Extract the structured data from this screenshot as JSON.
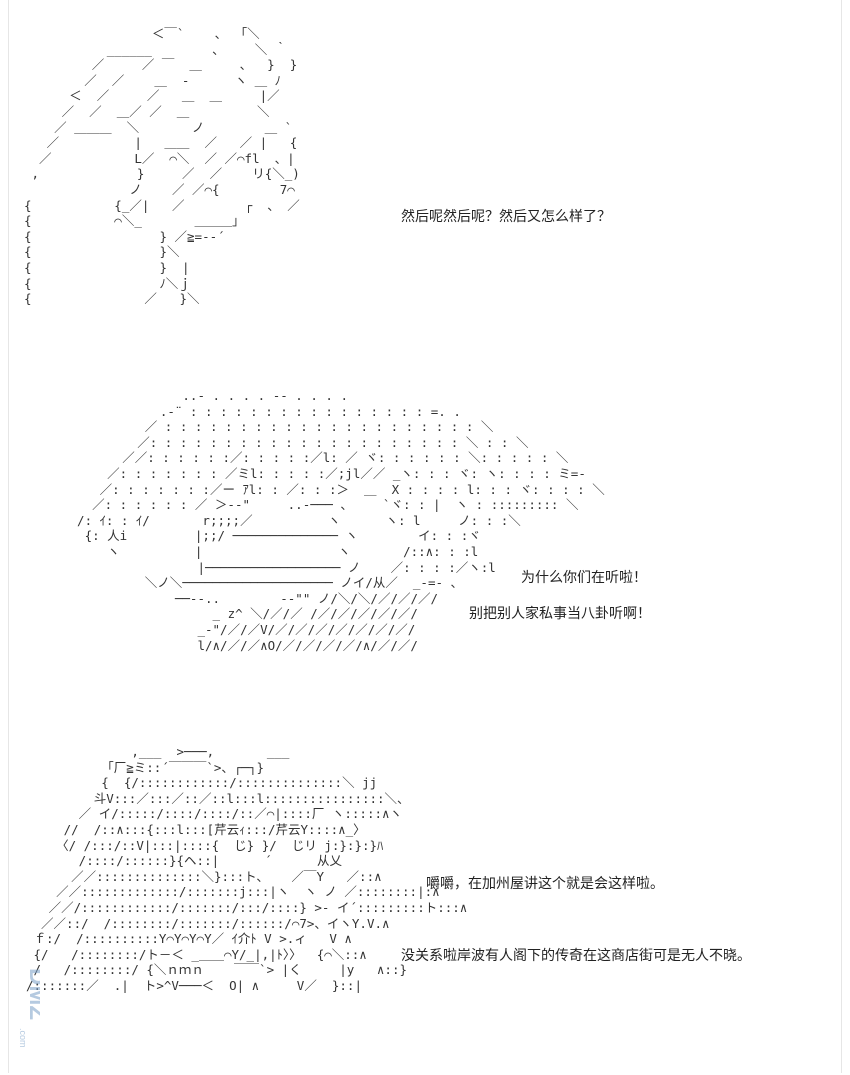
{
  "panels": [
    {
      "captions": [
        "然后呢然后呢？然后又怎么样了？"
      ]
    },
    {
      "captions": [
        "为什么你们在听啦！",
        "别把别人家私事当八卦听啊！"
      ]
    },
    {
      "captions": [
        "嚼嚼，在加州屋讲这个就是会这样啦。",
        "没关系啦岸波有人阁下的传奇在这商店街可是无人不晓。"
      ]
    }
  ],
  "watermark": {
    "text": "DMZJ.com",
    "color": "#7aa0c8"
  }
}
